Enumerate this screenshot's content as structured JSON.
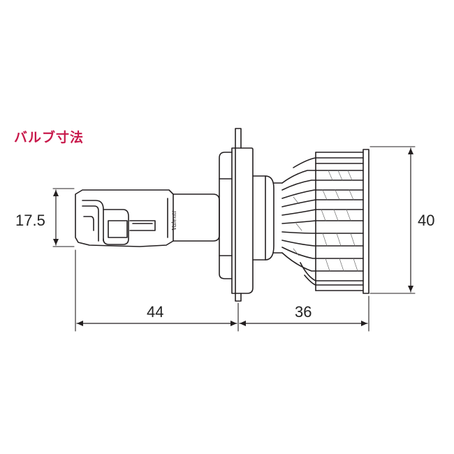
{
  "title": "バルブ寸法",
  "colors": {
    "title": "#c8194b",
    "line": "#231f20",
    "hatch": "#6b6b6b",
    "background": "#ffffff"
  },
  "dimensions": {
    "height_led": "17.5",
    "length_front": "44",
    "length_rear": "36",
    "height_total": "40"
  },
  "logo_text": "Valenti"
}
